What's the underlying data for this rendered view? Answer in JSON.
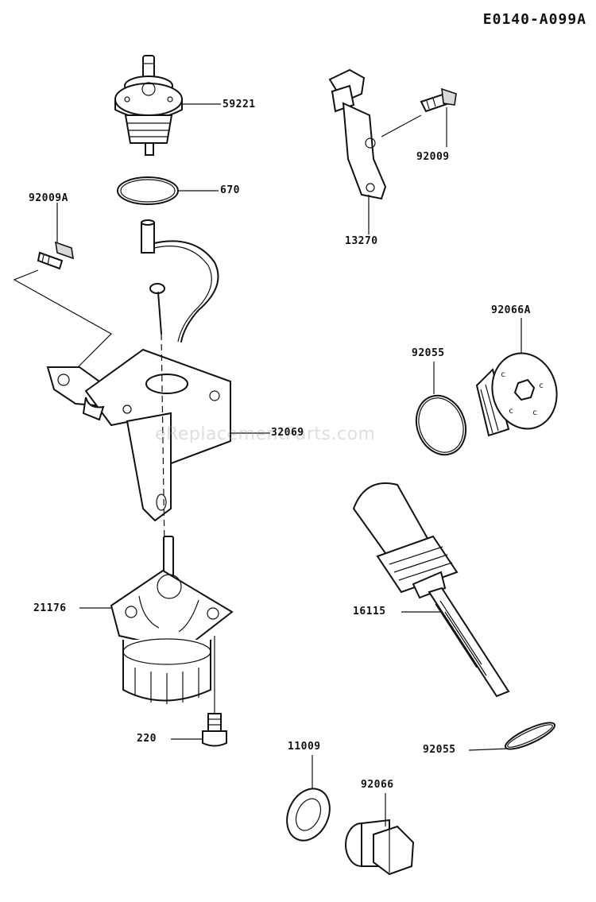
{
  "diagram_code": "E0140-A099A",
  "watermark": "eReplacementParts.com",
  "parts": {
    "p59221": "59221",
    "p670": "670",
    "p92009A": "92009A",
    "p92009": "92009",
    "p13270": "13270",
    "p92066A": "92066A",
    "p92055_top": "92055",
    "p32069": "32069",
    "p21176": "21176",
    "p16115": "16115",
    "p220": "220",
    "p11009": "11009",
    "p92055_bottom": "92055",
    "p92066": "92066"
  }
}
